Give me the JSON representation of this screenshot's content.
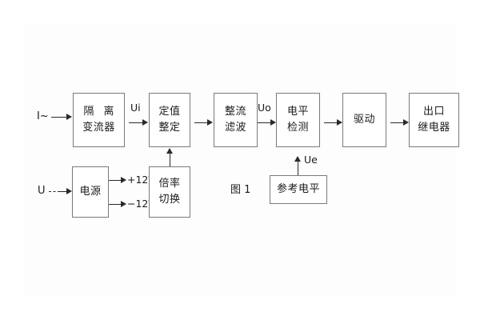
{
  "figure": {
    "caption": "图 1",
    "title_text": "图 1"
  },
  "blocks": {
    "isolation_ct": {
      "line1": "隔 离",
      "line2": "变流器"
    },
    "setting": {
      "line1": "定值",
      "line2": "整定"
    },
    "rectifier_filter": {
      "line1": "整流",
      "line2": "滤波"
    },
    "level_detect": {
      "line1": "电平",
      "line2": "检测"
    },
    "drive": {
      "line1": "驱动",
      "line2": ""
    },
    "output_relay": {
      "line1": "出口",
      "line2": "继电器"
    },
    "power_supply": {
      "line1": "电源",
      "line2": ""
    },
    "multiplier_switch": {
      "line1": "倍率",
      "line2": "切换"
    },
    "reference_level": {
      "line1": "参考电平",
      "line2": ""
    }
  },
  "signals": {
    "current_input": "I~",
    "voltage_input": "U",
    "ui": "Ui",
    "uo": "Uo",
    "ue": "Ue",
    "rail_pos": "+12V",
    "rail_neg": "−12V"
  },
  "colors": {
    "background": "#ffffff",
    "panel": "#fdfdfd",
    "block_border": "#7a7a7a",
    "line": "#2a2a2a",
    "text": "#1b1b1b"
  }
}
